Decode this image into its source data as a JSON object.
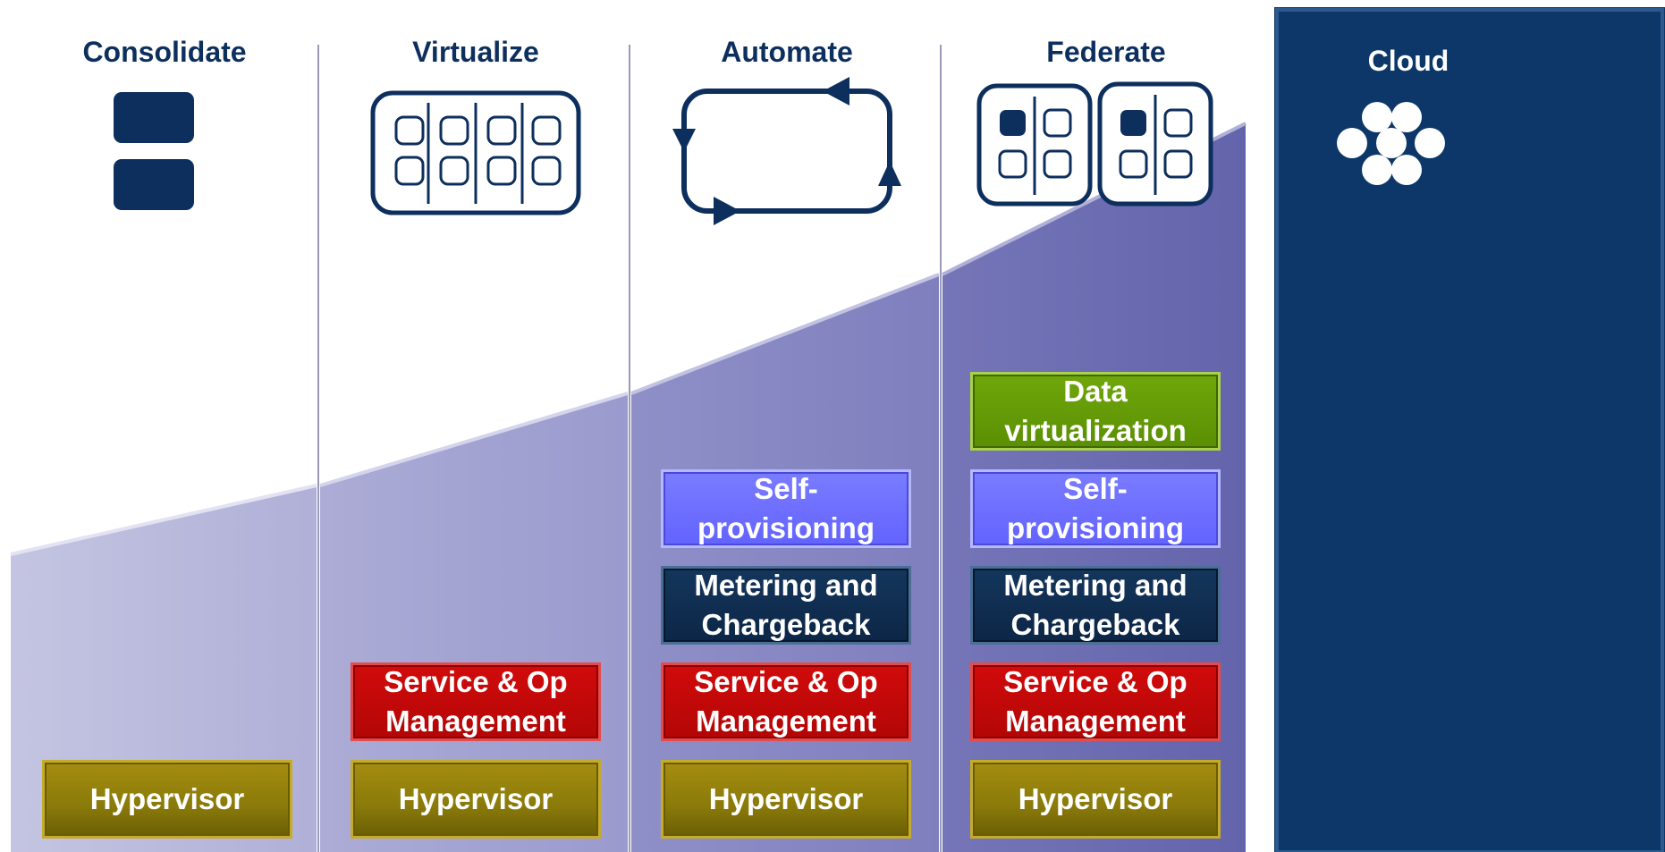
{
  "columns": [
    {
      "title": "Consolidate",
      "icon": "stacked-servers-icon",
      "boxes": [
        {
          "kind": "hyp",
          "lines": [
            "Hypervisor"
          ]
        }
      ]
    },
    {
      "title": "Virtualize",
      "icon": "virtual-machines-grid-icon",
      "boxes": [
        {
          "kind": "svc",
          "lines": [
            "Service & Op",
            "Management"
          ]
        },
        {
          "kind": "hyp",
          "lines": [
            "Hypervisor"
          ]
        }
      ]
    },
    {
      "title": "Automate",
      "icon": "automation-cycle-icon",
      "boxes": [
        {
          "kind": "self",
          "lines": [
            "Self-",
            "provisioning"
          ]
        },
        {
          "kind": "met",
          "lines": [
            "Metering and",
            "Chargeback"
          ]
        },
        {
          "kind": "svc",
          "lines": [
            "Service & Op",
            "Management"
          ]
        },
        {
          "kind": "hyp",
          "lines": [
            "Hypervisor"
          ]
        }
      ]
    },
    {
      "title": "Federate",
      "icon": "federated-grids-icon",
      "boxes": [
        {
          "kind": "data",
          "lines": [
            "Data",
            "virtualization"
          ]
        },
        {
          "kind": "self",
          "lines": [
            "Self-",
            "provisioning"
          ]
        },
        {
          "kind": "met",
          "lines": [
            "Metering and",
            "Chargeback"
          ]
        },
        {
          "kind": "svc",
          "lines": [
            "Service & Op",
            "Management"
          ]
        },
        {
          "kind": "hyp",
          "lines": [
            "Hypervisor"
          ]
        }
      ]
    }
  ],
  "cloud": {
    "title": "Cloud",
    "icon": "cloud-cluster-icon"
  },
  "colors": {
    "navy": "#0d2f5e",
    "cloud_panel": "#0c3768",
    "hypervisor": "#8a7a0a",
    "service": "#c00000",
    "metering": "#0f2d52",
    "self_provisioning": "#6b6bff",
    "data_virtualization": "#5f9704",
    "ramp_light": "#b3b3d9",
    "ramp_dark": "#6b6bad"
  }
}
